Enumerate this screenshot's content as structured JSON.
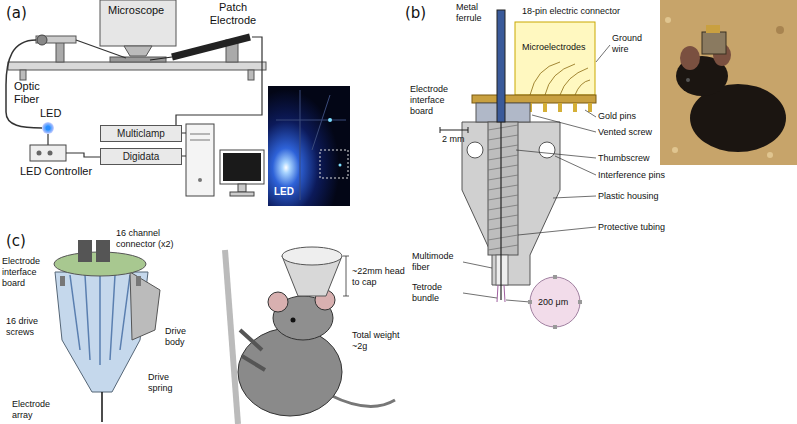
{
  "diagram": {
    "nodes": [
      {
        "text": [
          "Multiclamp"
        ]
      },
      {
        "text": [
          "Digidata"
        ]
      }
    ],
    "labels": [
      "(a)",
      "Microscope",
      "Patch Electrode",
      "Optic Fiber",
      "LED",
      "LED Controller",
      "LED",
      "(b)",
      "Metal ferrule",
      "18-pin electric connector",
      "Electrode interface board",
      "Microelectrodes",
      "Ground wire",
      "2 mm",
      "Gold pins",
      "Vented screw",
      "Thumbscrew",
      "Interference pins",
      "Plastic housing",
      "Protective tubing",
      "Multimode fiber",
      "Tetrode bundle",
      "200 μm",
      "(c)",
      "Electrode interface board",
      "16 channel connector (x2)",
      "16 drive screws",
      "Drive body",
      "Drive spring",
      "Electrode array",
      "~22mm head to cap",
      "Total weight ~2g"
    ]
  }
}
